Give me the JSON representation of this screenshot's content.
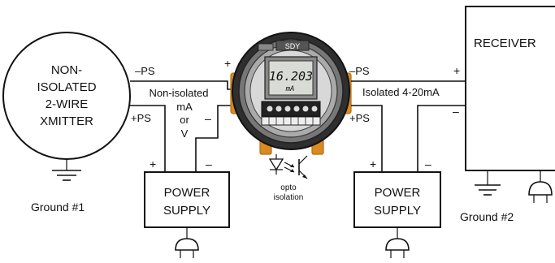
{
  "xmitter": {
    "lines": [
      "NON-",
      "ISOLATED",
      "2-WIRE",
      "XMITTER"
    ],
    "minus_ps": "–PS",
    "plus_ps": "+PS"
  },
  "signal_in": {
    "label_lines": [
      "Non-isolated",
      "mA",
      "or",
      "V"
    ],
    "plus": "+",
    "minus": "–"
  },
  "left_supply": {
    "lines": [
      "POWER",
      "SUPPLY"
    ],
    "plus": "+",
    "minus": "–"
  },
  "device": {
    "display_value": "16.203",
    "display_unit": "mA",
    "brand": "SDY"
  },
  "opto": {
    "lines": [
      "opto",
      "isolation"
    ]
  },
  "signal_out": {
    "minus_ps": "–PS",
    "plus_ps": "+PS",
    "label": "Isolated 4-20mA"
  },
  "right_supply": {
    "lines": [
      "POWER",
      "SUPPLY"
    ],
    "plus": "+",
    "minus": "–"
  },
  "receiver": {
    "title": "RECEIVER",
    "plus": "+",
    "minus": "–"
  },
  "grounds": {
    "left": "Ground #1",
    "right": "Ground #2"
  },
  "colors": {
    "housing": "#d98a20",
    "housing_dark": "#b86e12",
    "bezel": "#555555",
    "lcd": "#d8dcd4"
  }
}
